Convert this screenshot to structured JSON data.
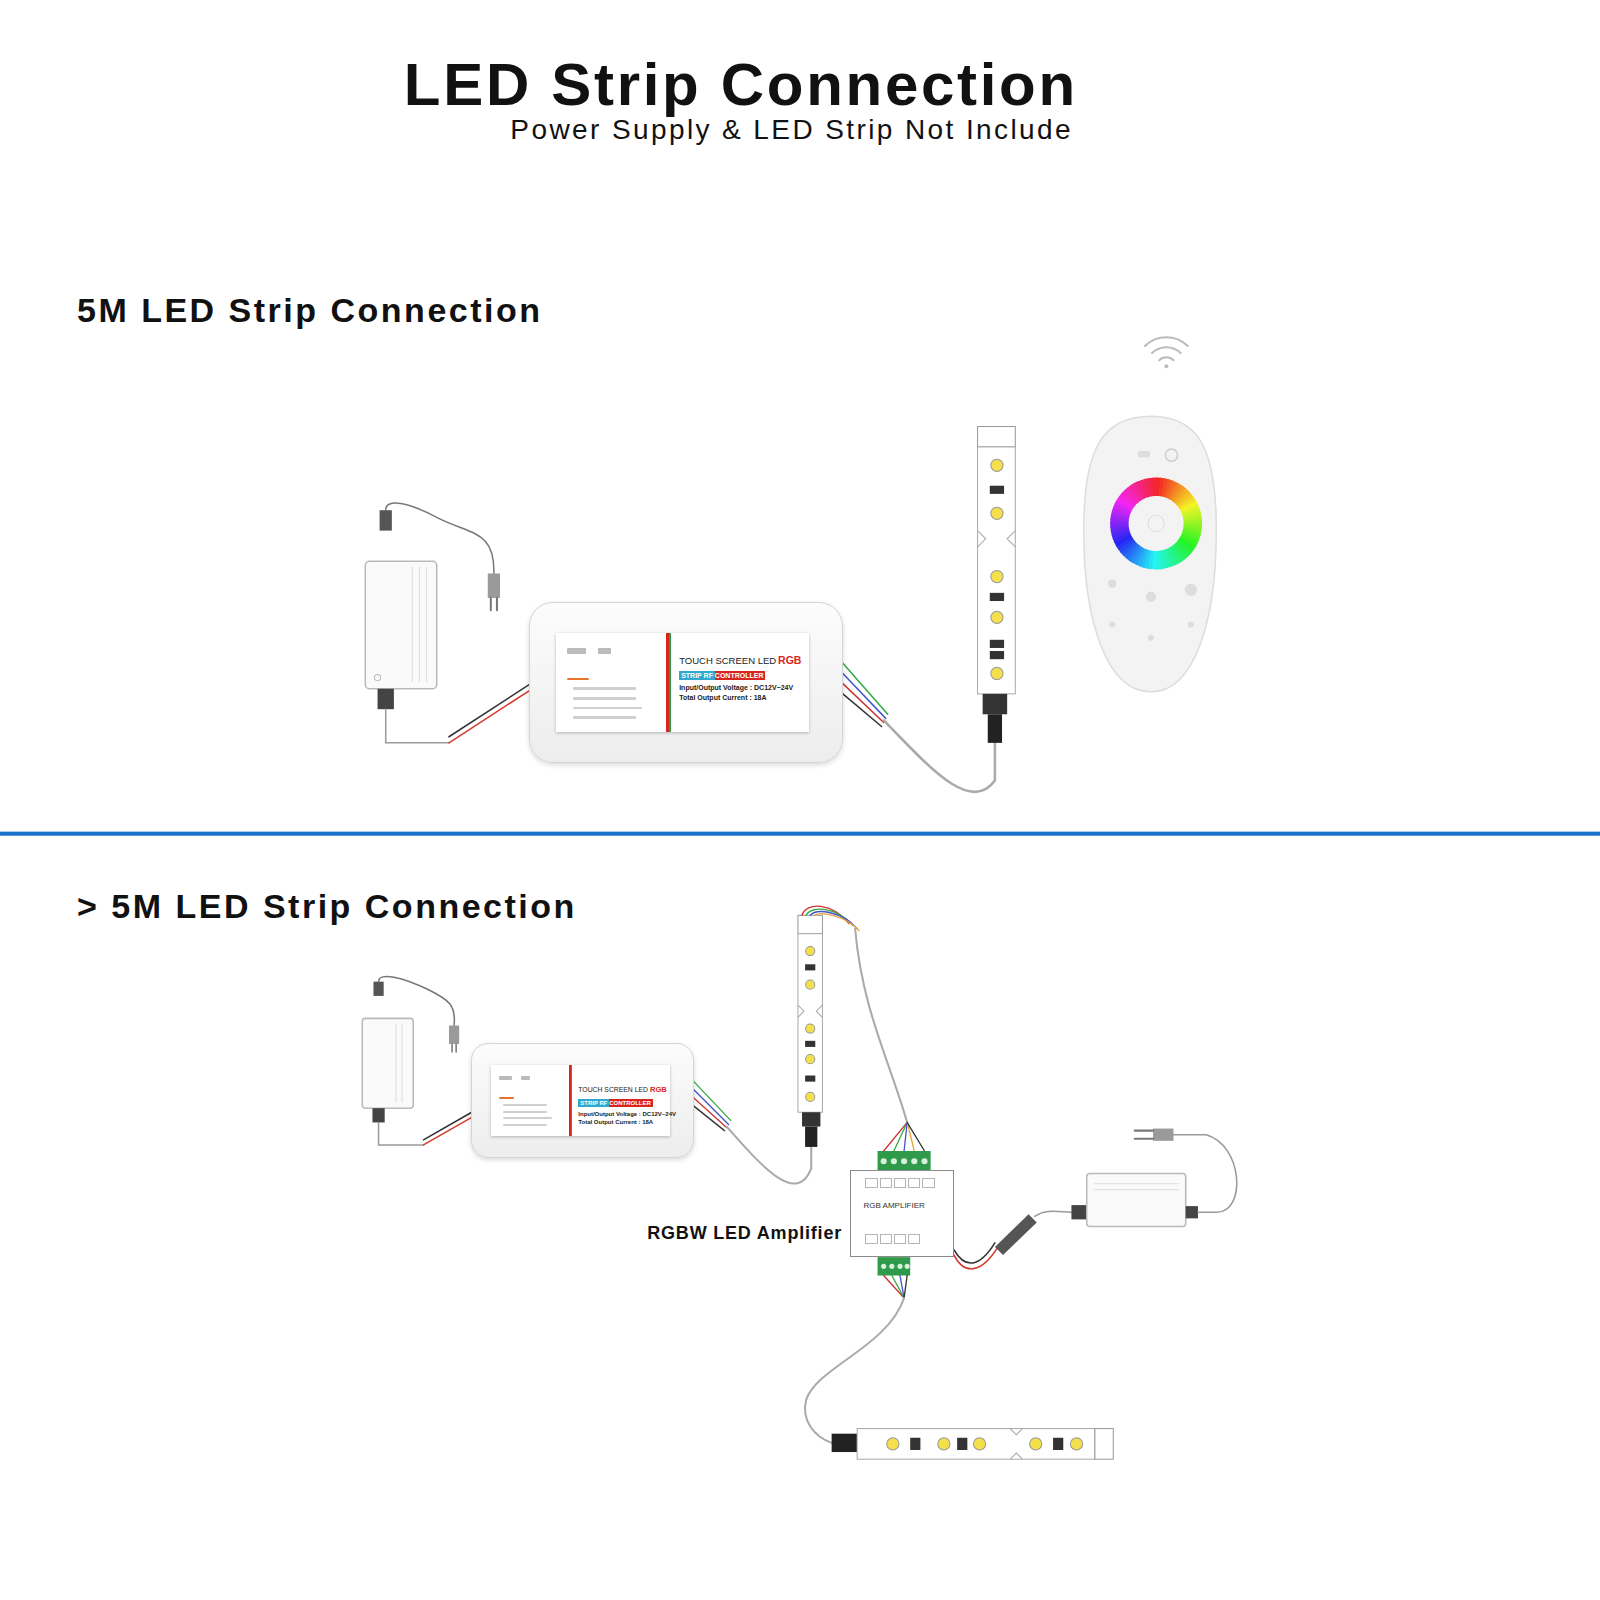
{
  "diagram": {
    "title": "LED Strip Connection",
    "nodes": [
      {
        "text": [
          "TOUCH SCREEN LED",
          "RGB",
          "STRIP RF CONTROLLER",
          "Input/Output Voltage : DC12V~24V",
          "Total Output Current : 18A"
        ]
      },
      {
        "text": [
          "TOUCH SCREEN LED",
          "RGB",
          "STRIP RF CONTROLLER",
          "Input/Output Voltage : DC12V~24V",
          "Total Output Current : 18A"
        ]
      },
      {
        "text": [
          "RGB AMPLIFIER"
        ]
      }
    ],
    "labels": [
      "Power Supply & LED Strip Not Include",
      "5M LED Strip Connection",
      "> 5M LED Strip Connection",
      "RGBW LED Amplifier"
    ]
  }
}
